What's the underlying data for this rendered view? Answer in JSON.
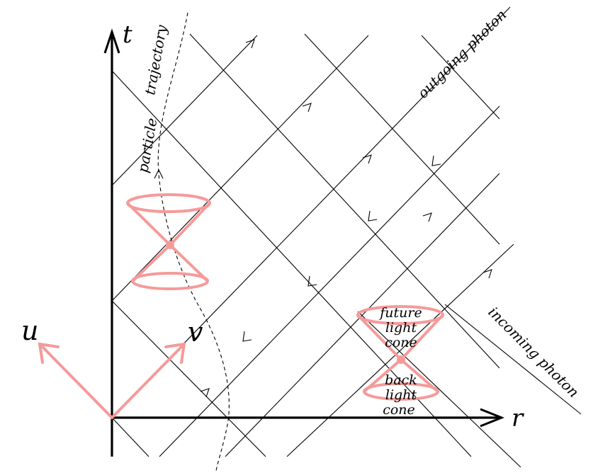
{
  "axes": {
    "t_label": "t",
    "r_label": "r",
    "u_label": "u",
    "v_label": "v"
  },
  "labels": {
    "outgoing": "outgoing photon",
    "incoming": "incoming photon",
    "particle": "particle",
    "trajectory": "trajectory"
  },
  "cone_labels": {
    "future": [
      "future",
      "light",
      "cone"
    ],
    "back": [
      "back",
      "light",
      "cone"
    ]
  },
  "colors": {
    "lines": "#000000",
    "cones": "#f59a9a"
  }
}
